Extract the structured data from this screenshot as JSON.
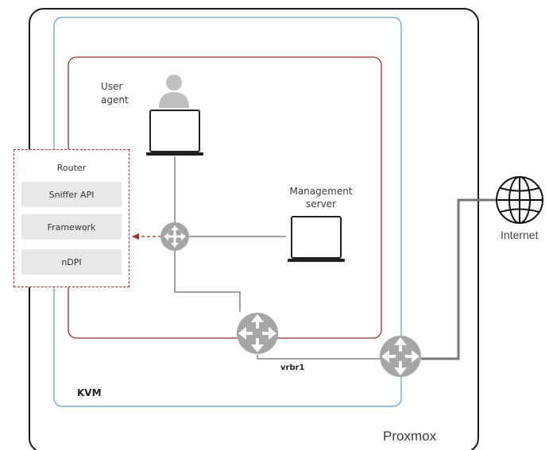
{
  "labels": {
    "proxmox": "Proxmox",
    "kvm": "KVM",
    "user_agent_line1": "User",
    "user_agent_line2": "agent",
    "management_line1": "Management",
    "management_line2": "server",
    "internet": "Internet",
    "vrbr1": "vrbr1"
  },
  "router_panel": {
    "title": "Router",
    "items": [
      "Sniffer API",
      "Framework",
      "nDPI"
    ]
  },
  "colors": {
    "proxmox_border": "#1a1a1a",
    "kvm_border": "#5b9bd5",
    "inner_border": "#a52a2a",
    "router_dashed": "#a52a2a",
    "switch_gray": "#a6a6a6",
    "uplink_gray": "#777777"
  }
}
